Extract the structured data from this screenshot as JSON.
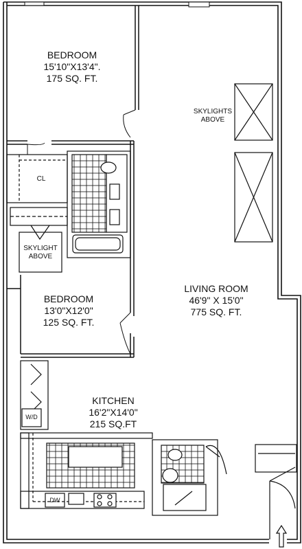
{
  "rooms": {
    "bedroom1": {
      "name": "BEDROOM",
      "dims": "15'10\"X13'4\".",
      "area": "175 SQ. FT."
    },
    "living": {
      "name": "LIVING ROOM",
      "dims": "46'9\" X 15'0\"",
      "area": "775 SQ. FT."
    },
    "bedroom2": {
      "name": "BEDROOM",
      "dims": "13'0\"X12'0\"",
      "area": "125 SQ. FT."
    },
    "kitchen": {
      "name": "KITCHEN",
      "dims": "16'2\"X14'0\"",
      "area": "215 SQ.FT"
    }
  },
  "notes": {
    "skylights_line1": "SKYLIGHTS",
    "skylights_line2": "ABOVE",
    "skylight_line1": "SKYLIGHT",
    "skylight_line2": "ABOVE"
  },
  "fixtures": {
    "closet": "CL",
    "washer_dryer": "W/D",
    "dishwasher": "DW"
  }
}
